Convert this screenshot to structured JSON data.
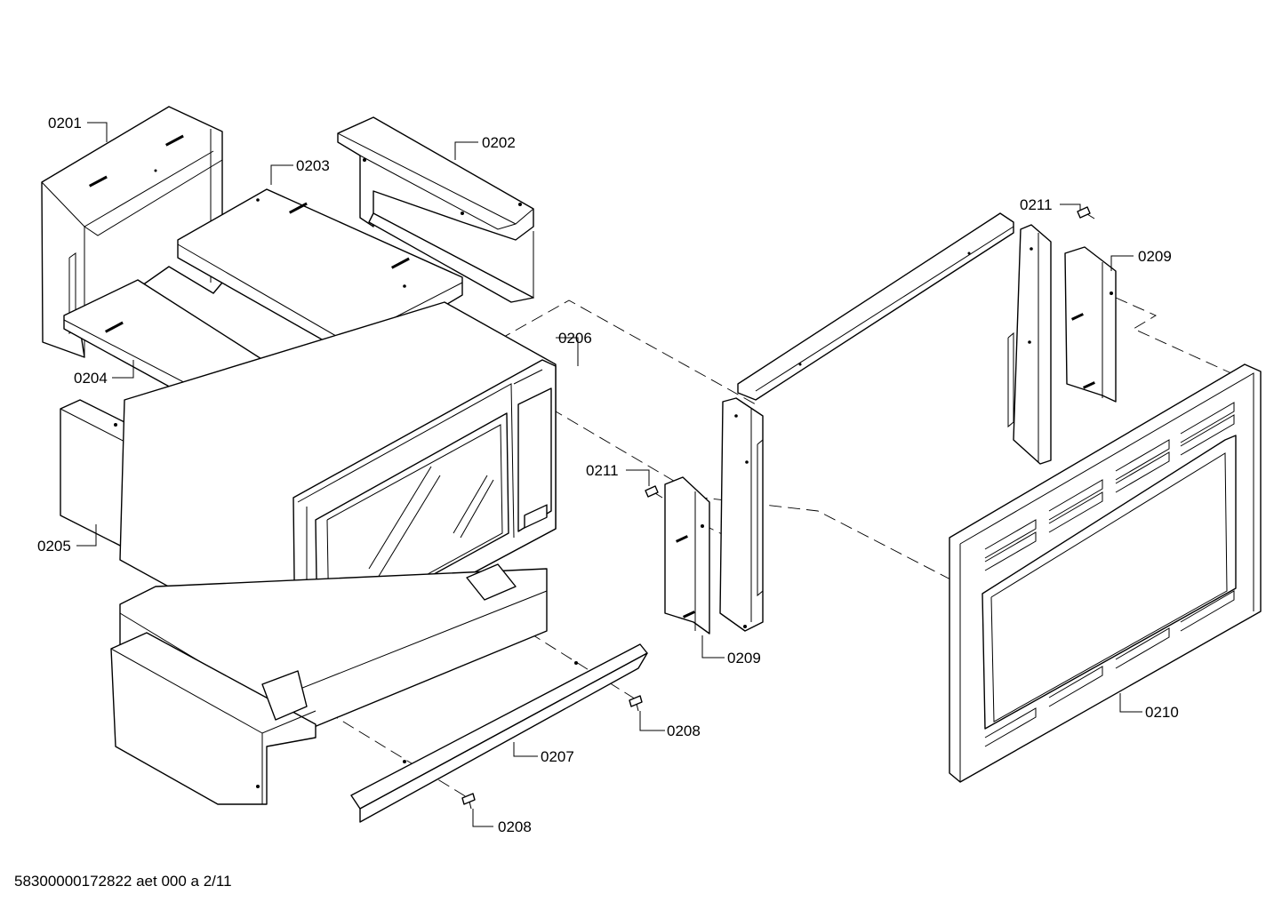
{
  "callouts": {
    "c0201": "0201",
    "c0202": "0202",
    "c0203": "0203",
    "c0204": "0204",
    "c0205": "0205",
    "c0206": "0206",
    "c0207": "0207",
    "c0208a": "0208",
    "c0208b": "0208",
    "c0209a": "0209",
    "c0209b": "0209",
    "c0210": "0210",
    "c0211a": "0211",
    "c0211b": "0211"
  },
  "footer": {
    "drawing_id": "58300000172822 aet 000 a 2/11"
  }
}
